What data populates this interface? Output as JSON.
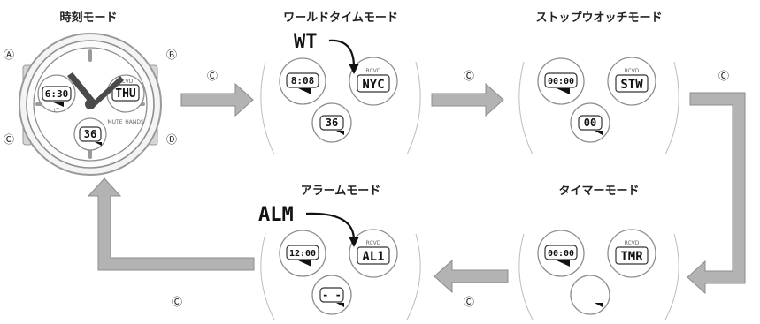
{
  "modes": {
    "timekeeping": {
      "title": "時刻モード",
      "sub_time": "6:30",
      "day_text": "THU",
      "seconds": "36",
      "rcvd_label": "RCVD",
      "lt_label": "LT",
      "mute_label": "MUTE",
      "hands_label": "HANDS"
    },
    "world_time": {
      "title": "ワールドタイムモード",
      "callout": "WT",
      "sub_time": "8:08",
      "city": "NYC",
      "seconds": "36",
      "rcvd_label": "RCVD"
    },
    "stopwatch": {
      "title": "ストップウオッチモード",
      "sub_time": "00:00",
      "main_text": "STW",
      "seconds": "00",
      "rcvd_label": "RCVD"
    },
    "timer": {
      "title": "タイマーモード",
      "sub_time": "00:00",
      "main_text": "TMR",
      "rcvd_label": "RCVD"
    },
    "alarm": {
      "title": "アラームモード",
      "callout": "ALM",
      "sub_time": "12:00",
      "main_text": "AL1",
      "seconds": "- -",
      "rcvd_label": "RCVD"
    }
  },
  "buttons": {
    "a": "Ⓐ",
    "b": "Ⓑ",
    "c": "Ⓒ",
    "d": "Ⓓ"
  },
  "flow_label": "Ⓒ",
  "colors": {
    "arrow_fill": "#b3b3b3",
    "watch_outline": "#8e8e8e",
    "lcd_segment": "#111111"
  }
}
